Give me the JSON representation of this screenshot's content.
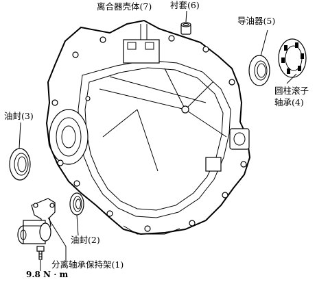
{
  "labels": {
    "clutch_housing": "离合器壳体(7)",
    "bushing": "衬套(6)",
    "oil_guide": "导油器(5)",
    "roller_bearing_line1": "圆柱滚子",
    "roller_bearing_line2": "轴承(4)",
    "oil_seal_3": "油封(3)",
    "oil_seal_2": "油封(2)",
    "release_bearing_retainer": "分离轴承保持架(1)",
    "torque": "9.8 N · m"
  }
}
